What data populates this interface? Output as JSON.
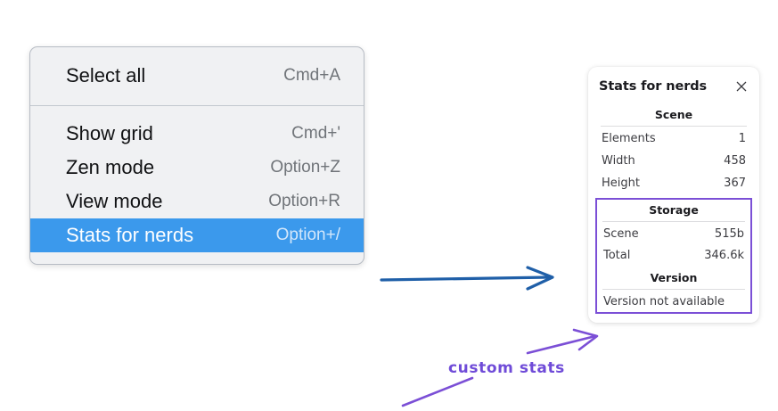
{
  "colors": {
    "menu_background": "#f0f1f3",
    "menu_border": "#b7bcc4",
    "menu_selected": "#3b99ec",
    "annotation_blue": "#1f5fa8",
    "annotation_purple": "#7b4fd6",
    "panel_background": "#ffffff"
  },
  "context_menu": {
    "groups": [
      {
        "items": [
          {
            "label": "Select all",
            "shortcut": "Cmd+A",
            "selected": false
          }
        ]
      },
      {
        "items": [
          {
            "label": "Show grid",
            "shortcut": "Cmd+'",
            "selected": false
          },
          {
            "label": "Zen mode",
            "shortcut": "Option+Z",
            "selected": false
          },
          {
            "label": "View mode",
            "shortcut": "Option+R",
            "selected": false
          },
          {
            "label": "Stats for nerds",
            "shortcut": "Option+/",
            "selected": true
          }
        ]
      }
    ]
  },
  "stats_panel": {
    "title": "Stats for nerds",
    "close_icon": "close-icon",
    "sections": [
      {
        "heading": "Scene",
        "rows": [
          {
            "key": "Elements",
            "value": "1"
          },
          {
            "key": "Width",
            "value": "458"
          },
          {
            "key": "Height",
            "value": "367"
          }
        ]
      },
      {
        "heading": "Storage",
        "rows": [
          {
            "key": "Scene",
            "value": "515b"
          },
          {
            "key": "Total",
            "value": "346.6k"
          }
        ]
      },
      {
        "heading": "Version",
        "note": "Version not available"
      }
    ]
  },
  "annotations": {
    "flow_arrow": "arrow-right-icon",
    "callout_arrow": "arrow-up-right-icon",
    "callout_label": "custom stats"
  }
}
